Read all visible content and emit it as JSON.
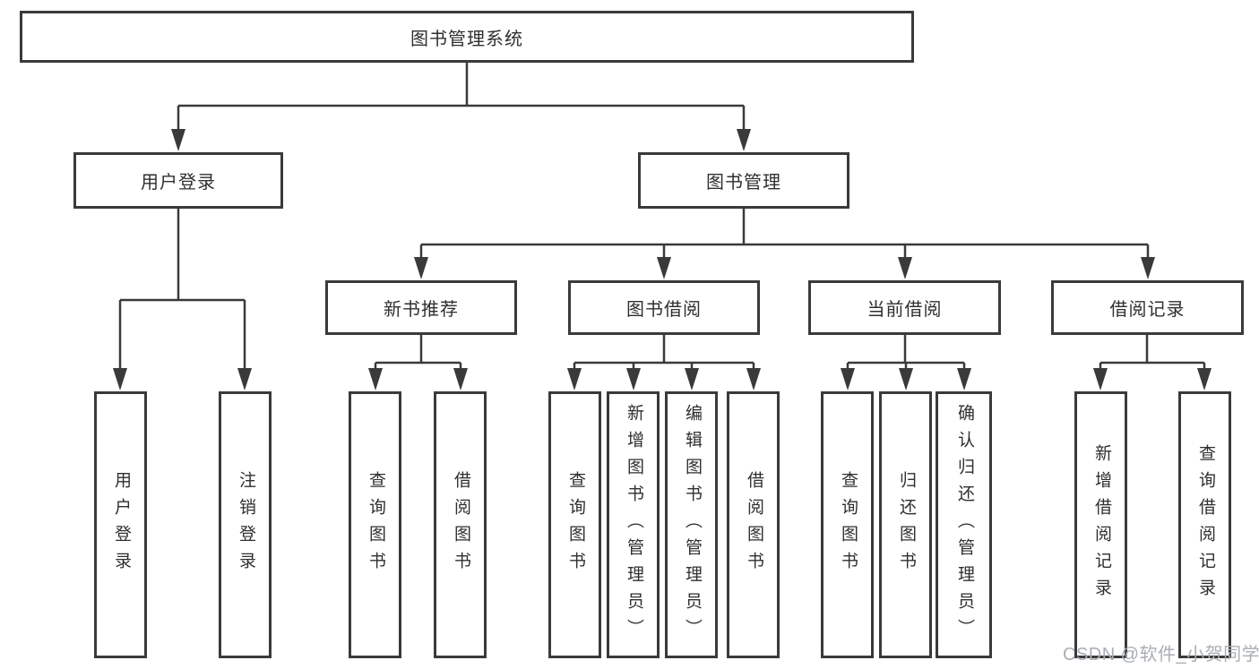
{
  "tree": {
    "label": "图书管理系统",
    "children": [
      {
        "label": "用户登录",
        "children": [
          {
            "label": "用户登录"
          },
          {
            "label": "注销登录"
          }
        ]
      },
      {
        "label": "图书管理",
        "children": [
          {
            "label": "新书推荐",
            "children": [
              {
                "label": "查询图书"
              },
              {
                "label": "借阅图书"
              }
            ]
          },
          {
            "label": "图书借阅",
            "children": [
              {
                "label": "查询图书"
              },
              {
                "label": "新增图书（管理员）"
              },
              {
                "label": "编辑图书（管理员）"
              },
              {
                "label": "借阅图书"
              }
            ]
          },
          {
            "label": "当前借阅",
            "children": [
              {
                "label": "查询图书"
              },
              {
                "label": "归还图书"
              },
              {
                "label": "确认归还（管理员）"
              }
            ]
          },
          {
            "label": "借阅记录",
            "children": [
              {
                "label": "新增借阅记录"
              },
              {
                "label": "查询借阅记录"
              }
            ]
          }
        ]
      }
    ]
  },
  "watermark": {
    "text": "CSDN @软件_小贺同学"
  },
  "colors": {
    "line": "#3a3a3a",
    "text": "#2f2f2f",
    "box_background": "#ffffff",
    "watermark": "#a9aeb4"
  }
}
